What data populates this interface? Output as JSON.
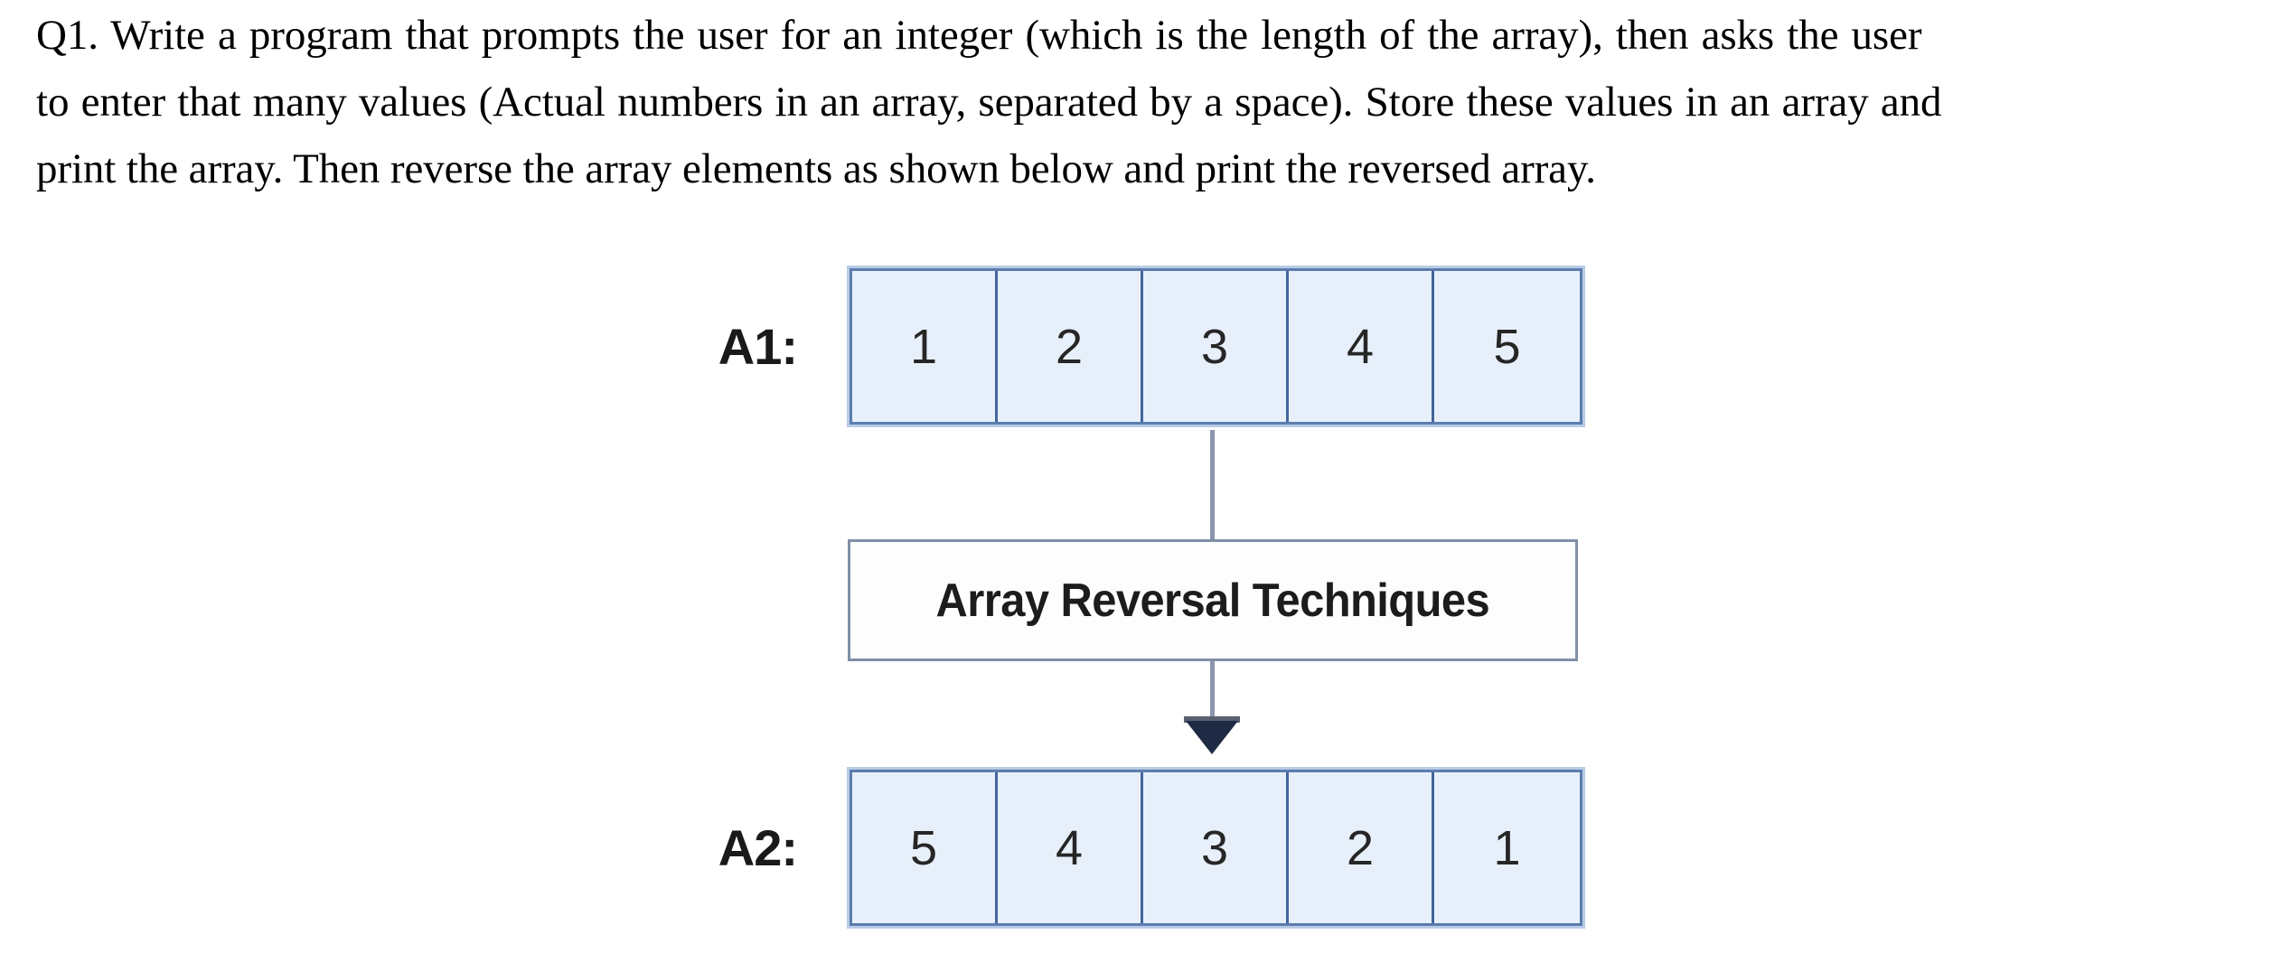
{
  "question": {
    "label": "Q1.",
    "lines": [
      "Q1.  Write a program that prompts the user for an integer (which is the length of the array), then asks the user",
      "to enter that many values (Actual numbers in an array, separated by a space). Store these values in an array and",
      "print the array. Then reverse the array elements as shown below and print the reversed array."
    ],
    "full_text": "Q1.  Write a program that prompts the user for an integer (which is the length of the array), then asks the user to enter that many values (Actual numbers in an array, separated by a space). Store these values in an array and print the array. Then reverse the array elements as shown below and print the reversed array."
  },
  "diagram": {
    "title": "Array Reversal Techniques",
    "arrays": [
      {
        "label": "A1:",
        "name": "input-array",
        "values": [
          "1",
          "2",
          "3",
          "4",
          "5"
        ]
      },
      {
        "label": "A2:",
        "name": "reversed-array",
        "values": [
          "5",
          "4",
          "3",
          "2",
          "1"
        ]
      }
    ],
    "flow": {
      "direction": "top-to-bottom",
      "arrow_glyph": "▼"
    },
    "colors": {
      "cell_fill": "#e7f0fa",
      "cell_border": "#42659c",
      "array_outer_border": "#5b7cae",
      "array_outer_shade": "#b9cbe6",
      "process_box_border": "#7f8fa6",
      "process_box_fill": "#fdfdfd",
      "connector": "#8a96ad",
      "arrow_head": "#1f2a44",
      "text": "#1a1a1a",
      "page_background": "#ffffff"
    }
  }
}
